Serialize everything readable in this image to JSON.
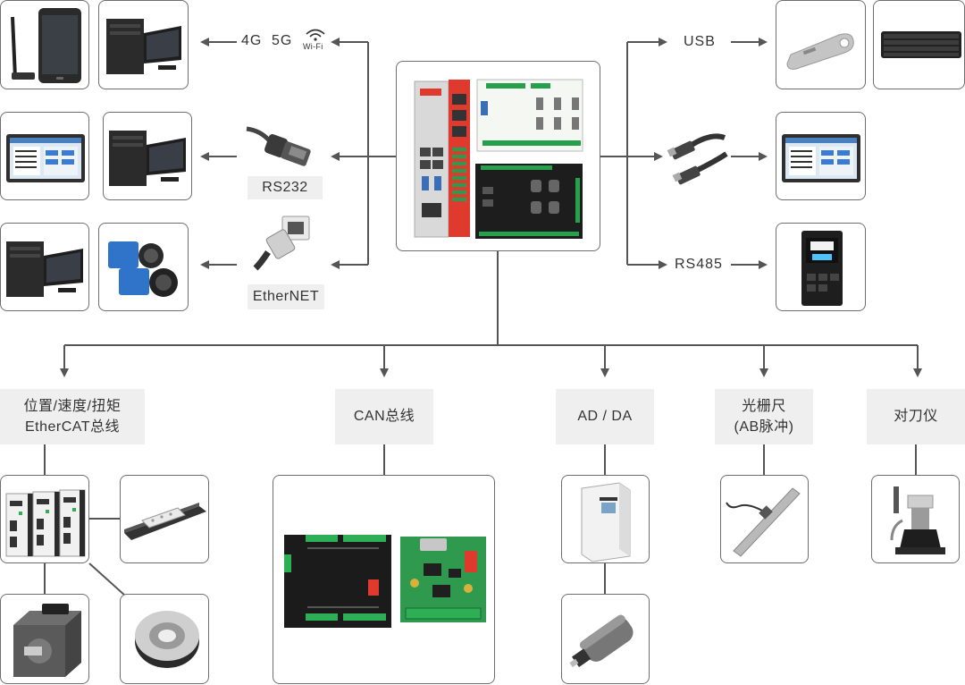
{
  "colors": {
    "line": "#555555",
    "label_bg": "#efefef",
    "border": "#6e6e6e",
    "accent": "#e03a2f"
  },
  "left_links": {
    "wireless": {
      "g4": "4G",
      "g5": "5G",
      "wifi": "Wi-Fi"
    },
    "rs232": "RS232",
    "ethernet": "EtherNET"
  },
  "right_links": {
    "usb": "USB",
    "rs485": "RS485"
  },
  "bus_labels": {
    "ethercat_line1": "位置/速度/扭矩",
    "ethercat_line2": "EtherCAT总线",
    "can": "CAN总线",
    "adda": "AD / DA",
    "grating_line1": "光栅尺",
    "grating_line2": "(AB脉冲)",
    "tool_setter": "对刀仪"
  },
  "devices": {
    "row1_left": [
      "phone-icon",
      "desktop-pc-icon"
    ],
    "row2_left": [
      "hmi-touchscreen-icon",
      "desktop-pc-icon"
    ],
    "row3_left": [
      "desktop-pc-icon",
      "industrial-camera-icon"
    ],
    "right": [
      "usb-flash-drive-icon",
      "keyboard-icon",
      "hmi-touchscreen-icon",
      "temperature-controller-icon"
    ],
    "bottom": [
      "servo-drive-icon",
      "linear-module-icon",
      "servo-motor-icon",
      "dd-motor-icon",
      "io-module-icon",
      "can-board-icon",
      "vfd-inverter-icon",
      "spindle-motor-icon",
      "grating-scale-icon",
      "tool-setter-icon"
    ]
  }
}
